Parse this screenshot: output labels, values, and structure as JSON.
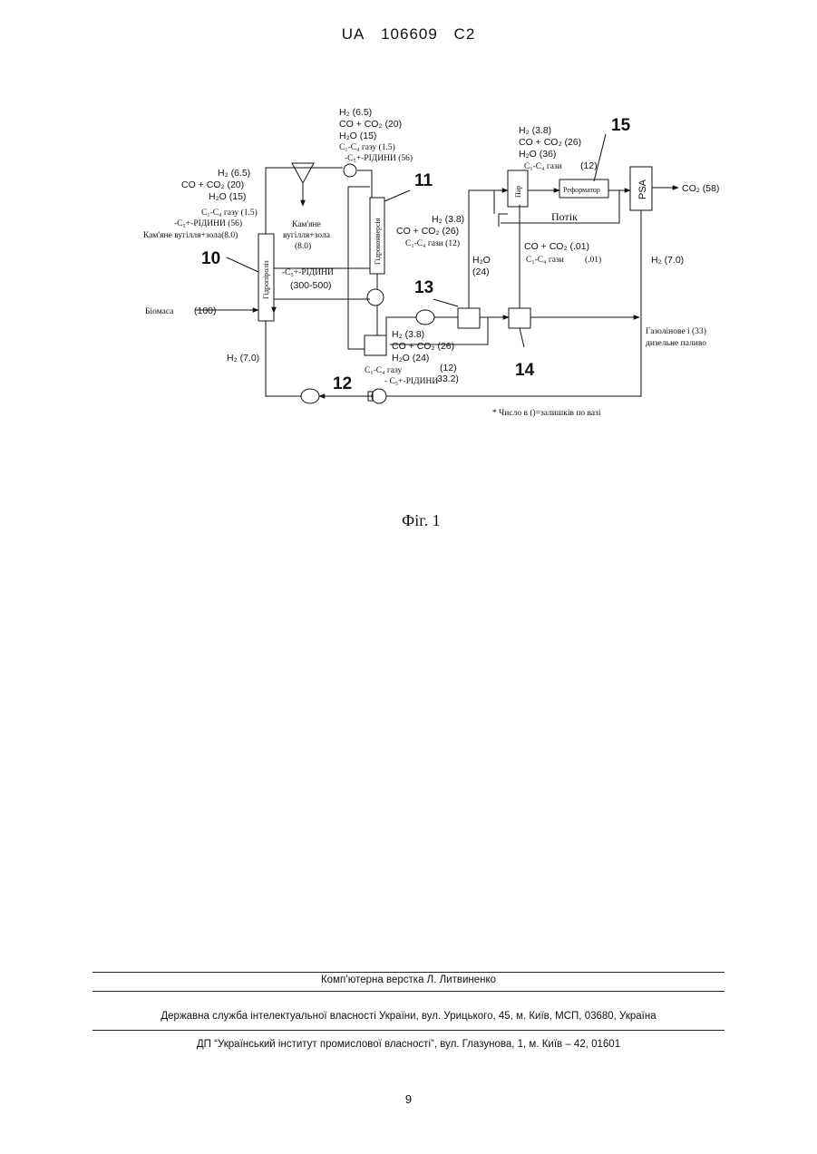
{
  "header": {
    "country": "UA",
    "number": "106609",
    "kind": "C2"
  },
  "figure": {
    "caption": "Фіг. 1",
    "units_note": "* Число в ()=залишків по вазі",
    "refs": {
      "r10": "10",
      "r11": "11",
      "r12": "12",
      "r13": "13",
      "r14": "14",
      "r15": "15"
    },
    "units": {
      "hydropyrolysis": "Гідропіроліз",
      "hydroconversion": "Гідроконверсія",
      "steam": "Пар",
      "reformer": "Реформатор",
      "psa": "PSA"
    },
    "labels": {
      "top_h2": "H₂ (6.5)",
      "top_co": "CO + CO₂ (20)",
      "top_h2o": "H₂O (15)",
      "top_c1c4": "C₁-C₄ газу (1.5)",
      "top_c5": "-C₅+-РІДИНИ (56)",
      "left_h2": "H₂ (6.5)",
      "left_co": "CO + CO₂ (20)",
      "left_h2o": "H₂O (15)",
      "left_c1c4": "C₁-C₄ газу (1.5)",
      "left_c5": "-C₅+-РІДИНИ (56)",
      "left_char": "Кам'яне вугілля+зола(8.0)",
      "char1": "Кам'яне",
      "char2": "вугілля+зола",
      "char3": "(8.0)",
      "mid_c5": "-C₅+-РІДИНИ",
      "mid_range": "(300-500)",
      "biomass": "Біомаса",
      "biomass_val": "(100)",
      "h2_recycle": "H₂ (7.0)",
      "r15_h2": "H₂ (3.8)",
      "r15_co": "CO + CO₂ (26)",
      "r15_h2o": "H₂O (36)",
      "r15_c1c4": "C₁-C₄ гази",
      "r15_c1c4_val": "(12)",
      "co2_out": "CO₂ (58)",
      "flow": "Потік",
      "m_h2": "H₂ (3.8)",
      "m_co": "CO + CO₂ (26)",
      "m_c1c4": "C₁-C₄ гази (12)",
      "h2o": "H₂O",
      "h2o_val": "(24)",
      "r14_co": "CO + CO₂ (.01)",
      "r14_c1c4": "C₁-C₄ гази",
      "r14_c1c4_val": "(.01)",
      "psa_h2": "H₂ (7.0)",
      "b_h2": "H₂ (3.8)",
      "b_co": "CO + CO₂ (26)",
      "b_h2o": "H₂O (24)",
      "b_c1c4": "C₁-C₄ газу",
      "b_c1c4_val": "(12)",
      "b_c5": "- C₅+-РІДИНИ",
      "b_c5_val": "33.2)",
      "product1": "Газолінове і (33)",
      "product2": "дизельне паливо"
    }
  },
  "footer": {
    "layout": "Комп’ютерна верстка Л. Литвиненко",
    "office": "Державна служба інтелектуальної власності України, вул. Урицького, 45, м. Київ, МСП, 03680, Україна",
    "institute": "ДП “Український інститут промислової власності”, вул. Глазунова, 1, м. Київ – 42, 01601"
  },
  "page_number": "9"
}
